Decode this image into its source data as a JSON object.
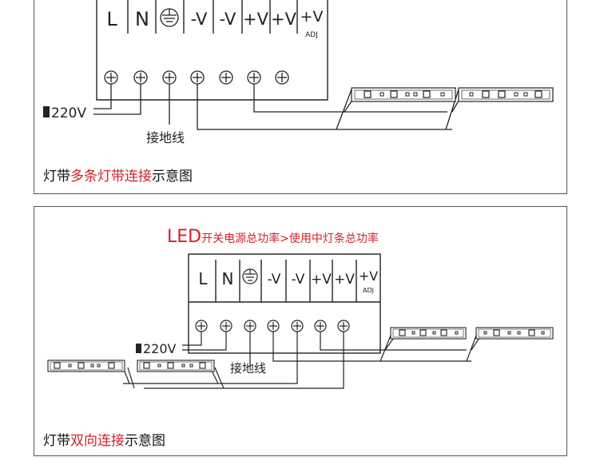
{
  "terminals": [
    "L",
    "N",
    "earth-symbol",
    "-V",
    "-V",
    "+V",
    "+V",
    "+V"
  ],
  "terminal_labels": {
    "t0": "L",
    "t1": "N",
    "t3": "-V",
    "t4": "-V",
    "t5": "+V",
    "t6": "+V",
    "t7": "+V"
  },
  "adj_label": "ADJ",
  "input_voltage": "220V",
  "ground_label": "接地线",
  "diagram1": {
    "caption_prefix": "灯带",
    "caption_highlight": "多条灯带连接",
    "caption_suffix": "示意图"
  },
  "diagram2": {
    "warning_main": "LED",
    "warning_rest": "开关电源总功率>使用中灯条总功率",
    "caption_prefix": "灯带",
    "caption_highlight": "双向连接",
    "caption_suffix": "示意图"
  },
  "colors": {
    "line": "#222222",
    "highlight": "#d4202a",
    "border": "#555555"
  }
}
